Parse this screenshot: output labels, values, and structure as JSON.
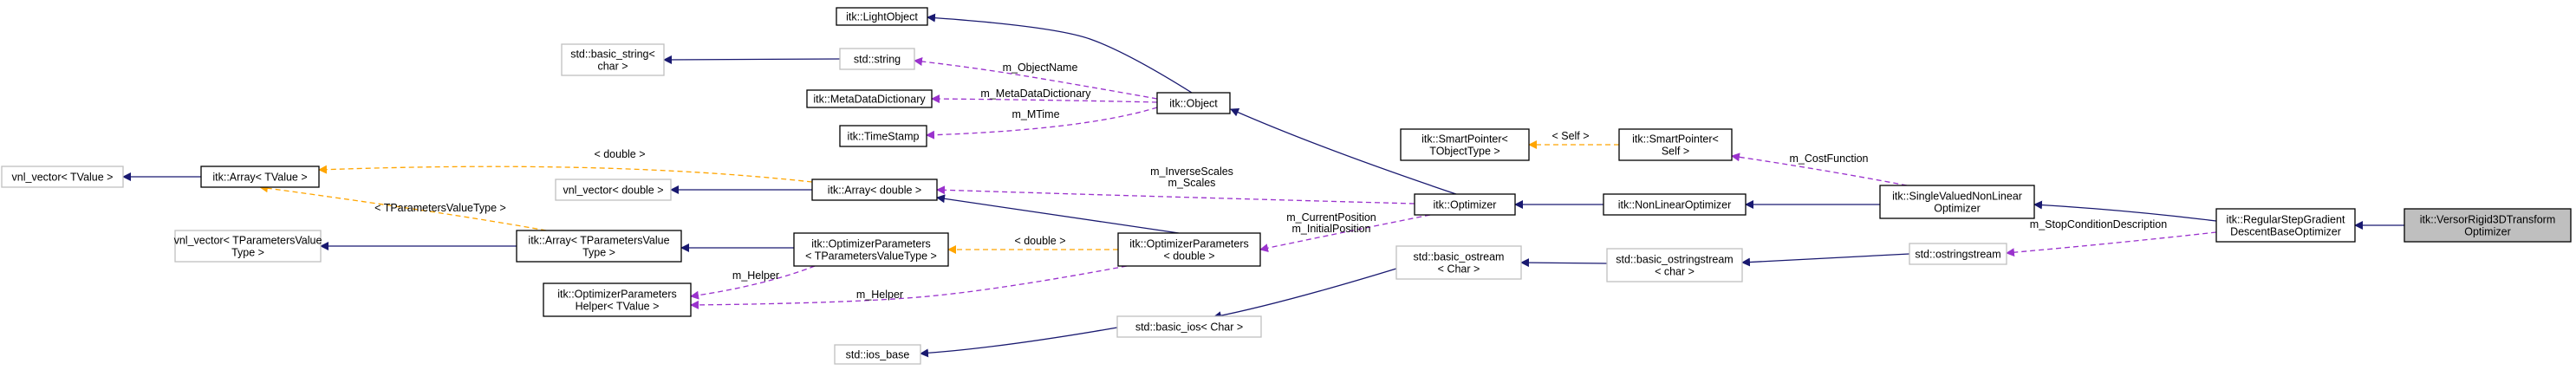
{
  "diagram": {
    "colors": {
      "background": "#ffffff",
      "node_border": "#000000",
      "node_border_external": "#bfbfbf",
      "node_fill": "#ffffff",
      "focus_fill": "#bfbfbf",
      "inheritance": "#191970",
      "member": "#9a32cd",
      "template": "#ffa500",
      "text": "#000000"
    },
    "nodes": [
      {
        "id": "lightobject",
        "lines": [
          "itk::LightObject"
        ]
      },
      {
        "id": "basic_string",
        "lines": [
          "std::basic_string<",
          "char >"
        ],
        "external": true
      },
      {
        "id": "string",
        "lines": [
          "std::string"
        ],
        "external": true
      },
      {
        "id": "metadatadict",
        "lines": [
          "itk::MetaDataDictionary"
        ]
      },
      {
        "id": "timestamp",
        "lines": [
          "itk::TimeStamp"
        ]
      },
      {
        "id": "object",
        "lines": [
          "itk::Object"
        ]
      },
      {
        "id": "vnl_vector_tvalue",
        "lines": [
          "vnl_vector< TValue >"
        ],
        "external": true
      },
      {
        "id": "array_tvalue",
        "lines": [
          "itk::Array< TValue >"
        ]
      },
      {
        "id": "vnl_vector_double",
        "lines": [
          "vnl_vector< double >"
        ],
        "external": true
      },
      {
        "id": "array_double",
        "lines": [
          "itk::Array< double >"
        ]
      },
      {
        "id": "vnl_vector_tparams",
        "lines": [
          "vnl_vector< TParametersValue",
          "Type >"
        ],
        "external": true
      },
      {
        "id": "array_tparams",
        "lines": [
          "itk::Array< TParametersValue",
          "Type >"
        ]
      },
      {
        "id": "optparams_t",
        "lines": [
          "itk::OptimizerParameters",
          "< TParametersValueType >"
        ]
      },
      {
        "id": "optparams_helper",
        "lines": [
          "itk::OptimizerParameters",
          "Helper< TValue >"
        ]
      },
      {
        "id": "optparams_double",
        "lines": [
          "itk::OptimizerParameters",
          "< double >"
        ]
      },
      {
        "id": "ios_base",
        "lines": [
          "std::ios_base"
        ],
        "external": true
      },
      {
        "id": "basic_ios",
        "lines": [
          "std::basic_ios< Char >"
        ],
        "external": true
      },
      {
        "id": "basic_ostream",
        "lines": [
          "std::basic_ostream",
          "< Char >"
        ],
        "external": true
      },
      {
        "id": "smartptr_t",
        "lines": [
          "itk::SmartPointer<",
          "TObjectType >"
        ]
      },
      {
        "id": "smartptr_self",
        "lines": [
          "itk::SmartPointer<",
          "Self >"
        ]
      },
      {
        "id": "optimizer",
        "lines": [
          "itk::Optimizer"
        ]
      },
      {
        "id": "nonlinear",
        "lines": [
          "itk::NonLinearOptimizer"
        ]
      },
      {
        "id": "basic_ostringstream",
        "lines": [
          "std::basic_ostringstream",
          "< char >"
        ],
        "external": true
      },
      {
        "id": "singlevalued",
        "lines": [
          "itk::SingleValuedNonLinear",
          "Optimizer"
        ]
      },
      {
        "id": "ostringstream",
        "lines": [
          "std::ostringstream"
        ],
        "external": true
      },
      {
        "id": "regularstep",
        "lines": [
          "itk::RegularStepGradient",
          "DescentBaseOptimizer"
        ]
      },
      {
        "id": "versorrigid",
        "lines": [
          "itk::VersorRigid3DTransform",
          "Optimizer"
        ],
        "focus": true
      }
    ],
    "edges": [
      {
        "from": "object",
        "to": "lightobject",
        "kind": "inheritance"
      },
      {
        "from": "string",
        "to": "basic_string",
        "kind": "inheritance"
      },
      {
        "from": "object",
        "to": "string",
        "kind": "member",
        "labels": [
          "m_ObjectName"
        ]
      },
      {
        "from": "object",
        "to": "metadatadict",
        "kind": "member",
        "labels": [
          "m_MetaDataDictionary"
        ]
      },
      {
        "from": "object",
        "to": "timestamp",
        "kind": "member",
        "labels": [
          "m_MTime"
        ]
      },
      {
        "from": "array_tvalue",
        "to": "vnl_vector_tvalue",
        "kind": "inheritance"
      },
      {
        "from": "array_double",
        "to": "vnl_vector_double",
        "kind": "inheritance"
      },
      {
        "from": "array_double",
        "to": "array_tvalue",
        "kind": "template",
        "labels": [
          "< double >"
        ]
      },
      {
        "from": "array_tparams",
        "to": "vnl_vector_tparams",
        "kind": "inheritance"
      },
      {
        "from": "array_tparams",
        "to": "array_tvalue",
        "kind": "template",
        "labels": [
          "< TParametersValueType >"
        ]
      },
      {
        "from": "optparams_t",
        "to": "array_tparams",
        "kind": "inheritance"
      },
      {
        "from": "optparams_t",
        "to": "optparams_helper",
        "kind": "member",
        "labels": [
          "m_Helper"
        ]
      },
      {
        "from": "optparams_double",
        "to": "array_double",
        "kind": "inheritance"
      },
      {
        "from": "optparams_double",
        "to": "optparams_t",
        "kind": "template",
        "labels": [
          "< double >"
        ]
      },
      {
        "from": "optparams_double",
        "to": "optparams_helper",
        "kind": "member",
        "labels": [
          "m_Helper"
        ]
      },
      {
        "from": "basic_ios",
        "to": "ios_base",
        "kind": "inheritance"
      },
      {
        "from": "basic_ostream",
        "to": "basic_ios",
        "kind": "inheritance"
      },
      {
        "from": "smartptr_self",
        "to": "smartptr_t",
        "kind": "template",
        "labels": [
          "< Self >"
        ]
      },
      {
        "from": "optimizer",
        "to": "object",
        "kind": "inheritance"
      },
      {
        "from": "optimizer",
        "to": "array_double",
        "kind": "member",
        "labels": [
          "m_InverseScales",
          "m_Scales"
        ]
      },
      {
        "from": "optimizer",
        "to": "optparams_double",
        "kind": "member",
        "labels": [
          "m_CurrentPosition",
          "m_InitialPosition"
        ]
      },
      {
        "from": "nonlinear",
        "to": "optimizer",
        "kind": "inheritance"
      },
      {
        "from": "basic_ostringstream",
        "to": "basic_ostream",
        "kind": "inheritance"
      },
      {
        "from": "singlevalued",
        "to": "nonlinear",
        "kind": "inheritance"
      },
      {
        "from": "singlevalued",
        "to": "smartptr_self",
        "kind": "member",
        "labels": [
          "m_CostFunction"
        ]
      },
      {
        "from": "ostringstream",
        "to": "basic_ostringstream",
        "kind": "inheritance"
      },
      {
        "from": "regularstep",
        "to": "singlevalued",
        "kind": "inheritance"
      },
      {
        "from": "regularstep",
        "to": "ostringstream",
        "kind": "member",
        "labels": [
          "m_StopConditionDescription"
        ]
      },
      {
        "from": "versorrigid",
        "to": "regularstep",
        "kind": "inheritance"
      }
    ]
  }
}
